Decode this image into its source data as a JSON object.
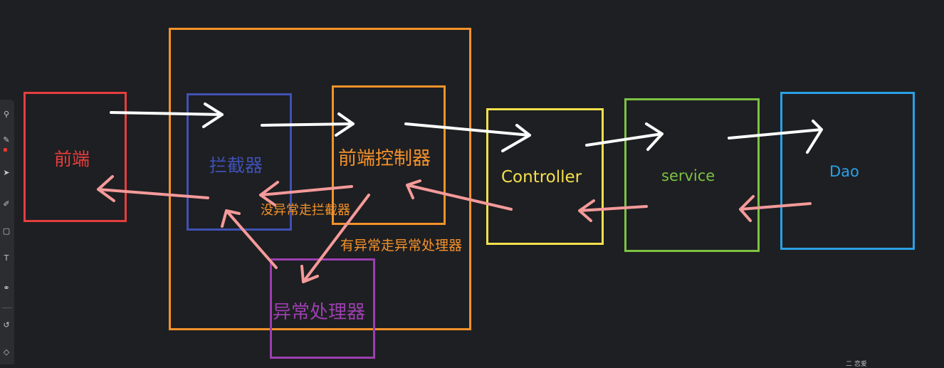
{
  "nodes": {
    "frontend": {
      "label": "前端",
      "color": "#e53e3e"
    },
    "interceptor": {
      "label": "拦截器",
      "color": "#3f51b5"
    },
    "front_controller": {
      "label": "前端控制器",
      "color": "#f5922a"
    },
    "controller": {
      "label": "Controller",
      "color": "#f4e04d"
    },
    "service": {
      "label": "service",
      "color": "#7cc243"
    },
    "dao": {
      "label": "Dao",
      "color": "#2aa1e6"
    },
    "exception_handler": {
      "label": "异常处理器",
      "color": "#9c3fb0"
    }
  },
  "outer_group_color": "#f5922a",
  "edge_labels": {
    "no_exception": "没异常走拦截器",
    "with_exception": "有异常走异常处理器"
  },
  "arrow_colors": {
    "request": "#ffffff",
    "response": "#f59a9a"
  },
  "corner_text": "二 恋爱"
}
